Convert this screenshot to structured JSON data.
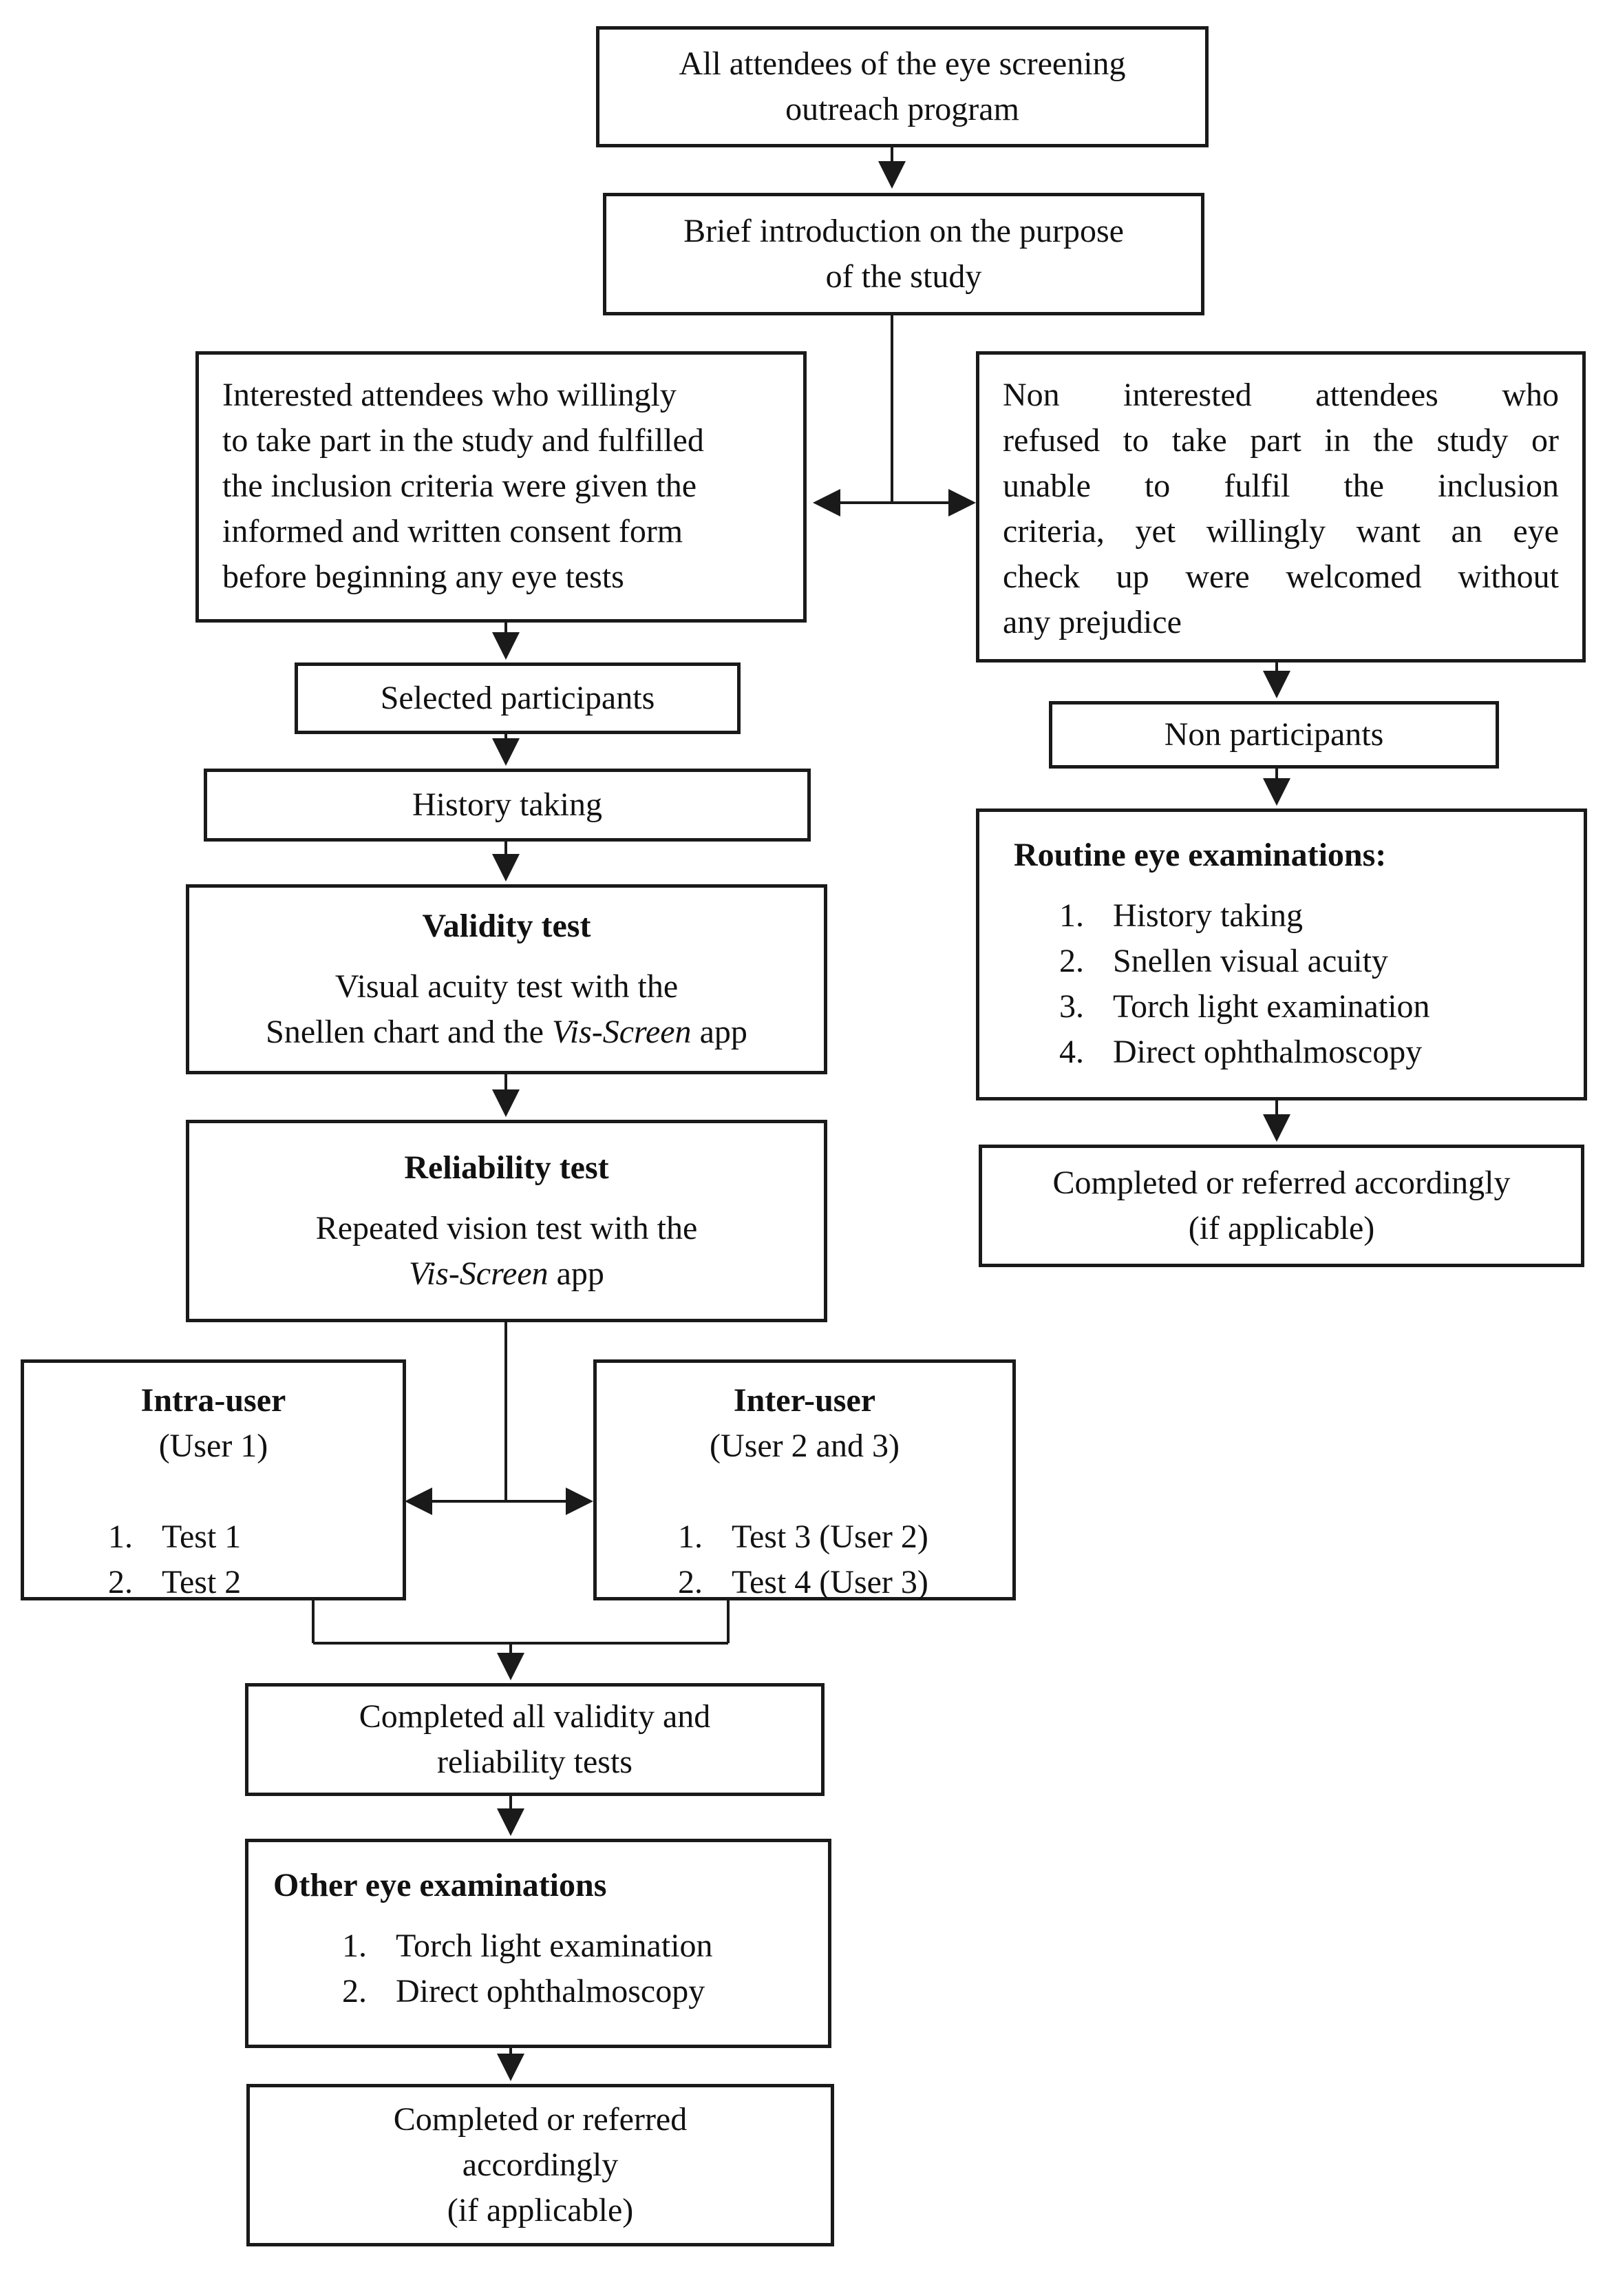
{
  "start": {
    "line1": "All attendees of the eye screening",
    "line2": "outreach program"
  },
  "intro": {
    "line1": "Brief introduction on the purpose",
    "line2": "of the study"
  },
  "interested": {
    "lines": [
      "Interested attendees who willingly",
      "to take part in the study and fulfilled",
      "the inclusion criteria were given the",
      "informed and written consent form",
      "before beginning any eye tests"
    ]
  },
  "non_interested": {
    "lines": [
      "Non interested attendees who",
      "refused to take part in the study or",
      "unable to fulfil the inclusion",
      "criteria, yet willingly want an eye",
      "check up were welcomed without",
      "any prejudice"
    ]
  },
  "selected": {
    "label": "Selected participants"
  },
  "history": {
    "label": "History taking"
  },
  "validity": {
    "title": "Validity test",
    "line1": "Visual acuity test with the",
    "line2_prefix": "Snellen chart and the ",
    "line2_italic": "Vis-Screen",
    "line2_suffix": " app"
  },
  "reliability": {
    "title": "Reliability test",
    "line1": "Repeated vision test with the",
    "line2_italic": "Vis-Screen",
    "line2_suffix": " app"
  },
  "intra": {
    "title": "Intra-user",
    "subtitle": "(User 1)",
    "items": [
      {
        "num": "1.",
        "text": "Test 1"
      },
      {
        "num": "2.",
        "text": "Test 2"
      }
    ]
  },
  "inter": {
    "title": "Inter-user",
    "subtitle": "(User 2 and 3)",
    "items": [
      {
        "num": "1.",
        "text": "Test 3 (User 2)"
      },
      {
        "num": "2.",
        "text": "Test 4 (User 3)"
      }
    ]
  },
  "completed_tests": {
    "line1": "Completed all validity and",
    "line2": "reliability tests"
  },
  "other_exams": {
    "title": "Other eye examinations",
    "items": [
      {
        "num": "1.",
        "text": "Torch light examination"
      },
      {
        "num": "2.",
        "text": "Direct ophthalmoscopy"
      }
    ]
  },
  "completed_left": {
    "line1": "Completed or referred",
    "line2": "accordingly",
    "line3": "(if applicable)"
  },
  "non_participants": {
    "label": "Non participants"
  },
  "routine": {
    "title": "Routine eye examinations:",
    "items": [
      {
        "num": "1.",
        "text": "History taking"
      },
      {
        "num": "2.",
        "text": "Snellen visual acuity"
      },
      {
        "num": "3.",
        "text": "Torch light examination"
      },
      {
        "num": "4.",
        "text": "Direct ophthalmoscopy"
      }
    ]
  },
  "completed_right": {
    "line1": "Completed or referred accordingly",
    "line2": "(if applicable)"
  }
}
